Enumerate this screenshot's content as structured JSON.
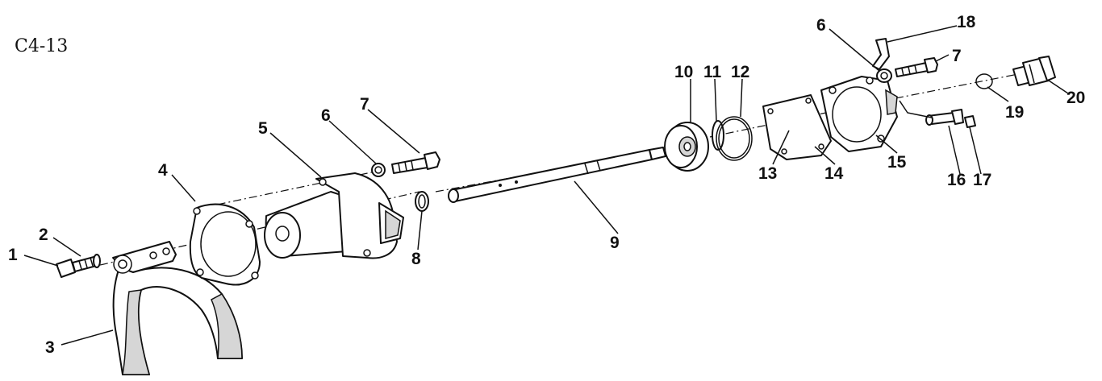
{
  "figure": {
    "code": "C4-13"
  },
  "callouts": [
    {
      "id": "c1",
      "label": "1"
    },
    {
      "id": "c2",
      "label": "2"
    },
    {
      "id": "c3",
      "label": "3"
    },
    {
      "id": "c4",
      "label": "4"
    },
    {
      "id": "c5",
      "label": "5"
    },
    {
      "id": "c6a",
      "label": "6"
    },
    {
      "id": "c7a",
      "label": "7"
    },
    {
      "id": "c8",
      "label": "8"
    },
    {
      "id": "c9",
      "label": "9"
    },
    {
      "id": "c10",
      "label": "10"
    },
    {
      "id": "c11",
      "label": "11"
    },
    {
      "id": "c12",
      "label": "12"
    },
    {
      "id": "c13",
      "label": "13"
    },
    {
      "id": "c14",
      "label": "14"
    },
    {
      "id": "c15",
      "label": "15"
    },
    {
      "id": "c16",
      "label": "16"
    },
    {
      "id": "c17",
      "label": "17"
    },
    {
      "id": "c6b",
      "label": "6"
    },
    {
      "id": "c7b",
      "label": "7"
    },
    {
      "id": "c18",
      "label": "18"
    },
    {
      "id": "c19",
      "label": "19"
    },
    {
      "id": "c20",
      "label": "20"
    }
  ],
  "colors": {
    "ink": "#111111",
    "paper": "#ffffff",
    "shade": "#d6d6d6"
  }
}
